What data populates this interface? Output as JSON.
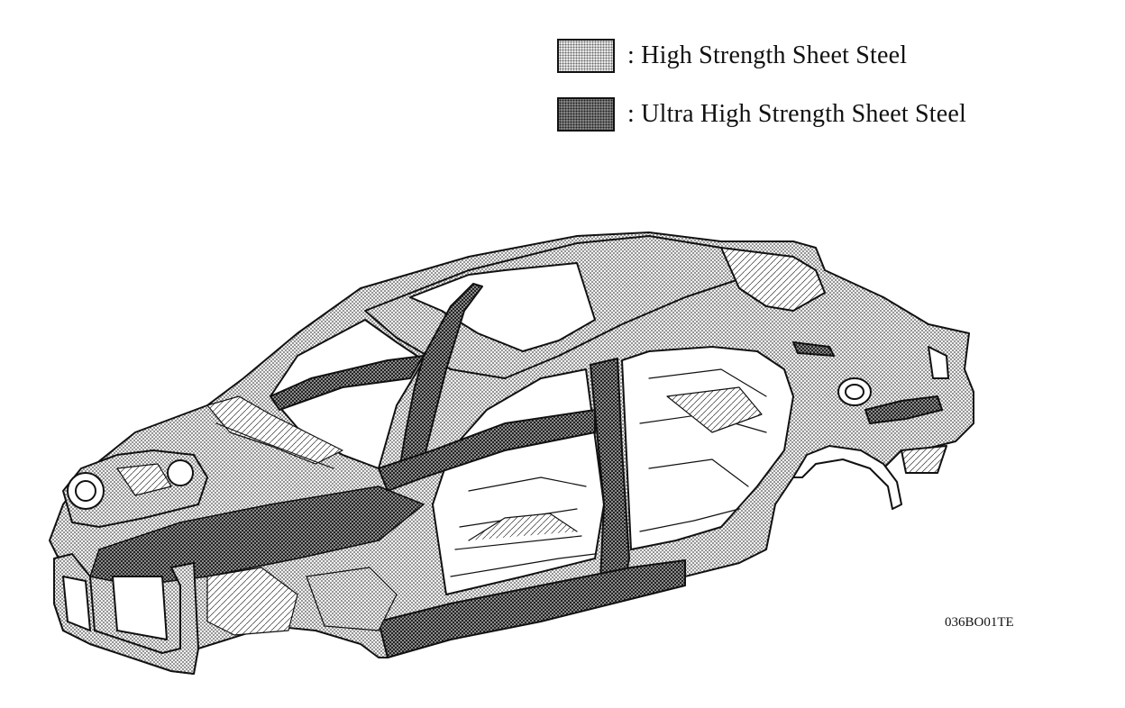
{
  "legend": [
    {
      "label": ": High Strength Sheet Steel",
      "swatch": "light-stipple",
      "color": "#cfcfcf"
    },
    {
      "label": ": Ultra High Strength Sheet Steel",
      "swatch": "dark-stipple",
      "color": "#6b6b6b"
    }
  ],
  "figure_code": "036BO01TE",
  "illustration": {
    "subject": "vehicle-body-in-white",
    "line_color": "#111111"
  }
}
